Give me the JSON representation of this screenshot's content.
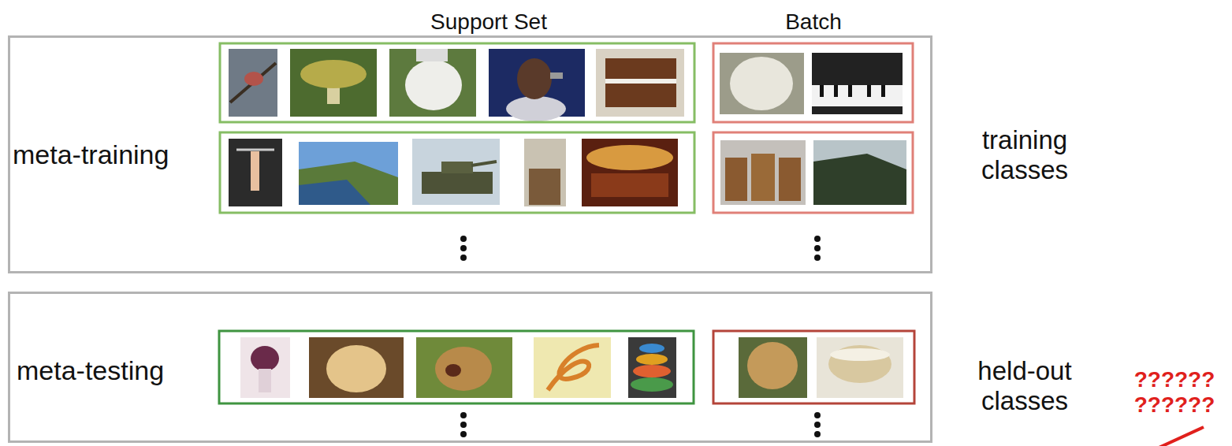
{
  "diagram": {
    "nodes": [
      {
        "text": [
          "meta-training"
        ]
      },
      {
        "text": [
          "meta-testing"
        ]
      }
    ],
    "labels": [
      "Support Set",
      "Batch",
      "training classes",
      "held-out classes",
      "?????? ??????"
    ]
  }
}
